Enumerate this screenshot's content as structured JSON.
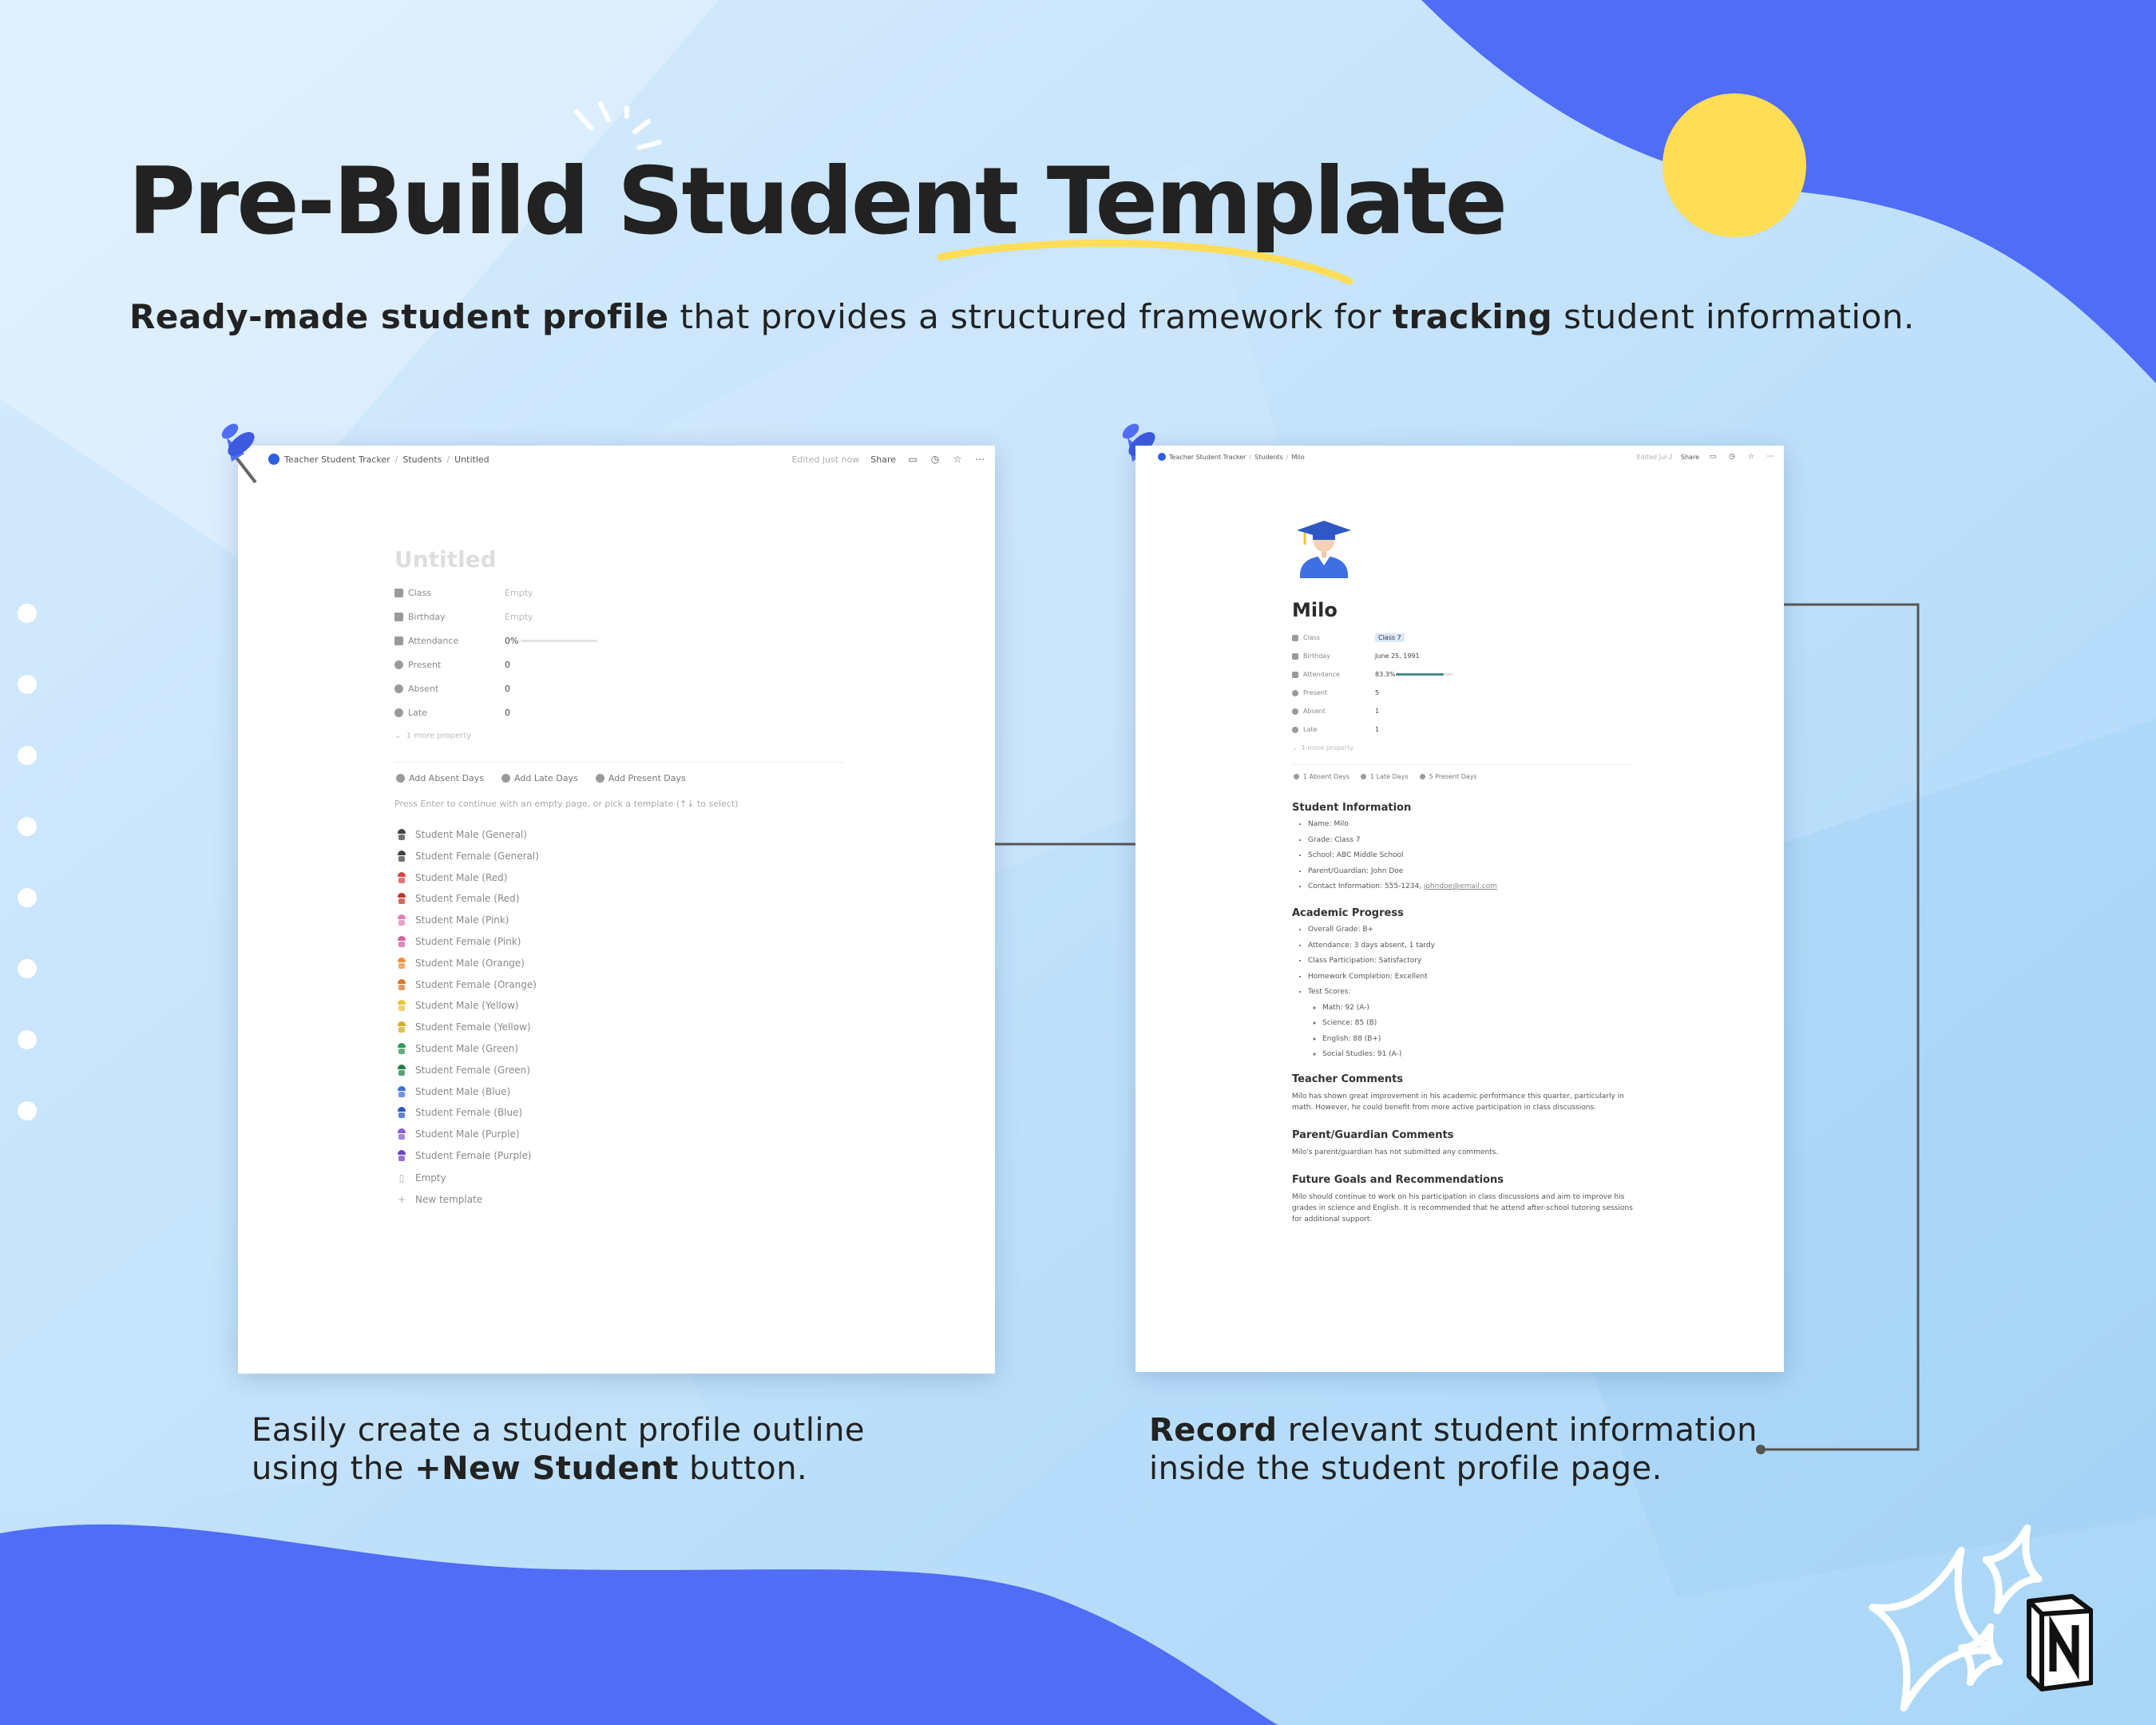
{
  "colors": {
    "accent": "#4f6df5",
    "sun": "#ffdd57",
    "bg_light": "#bfe2fb",
    "dark_text": "#222222"
  },
  "hero": {
    "title": "Pre-Build Student Template",
    "subtitle_bold1": "Ready-made student profile",
    "subtitle_mid": " that provides a structured framework for ",
    "subtitle_bold2": "tracking",
    "subtitle_end": " student information."
  },
  "shot1": {
    "breadcrumb": [
      "Teacher Student Tracker",
      "Students",
      "Untitled"
    ],
    "edited": "Edited just now",
    "share": "Share",
    "page_title": "Untitled",
    "properties": [
      {
        "label": "Class",
        "value": "Empty",
        "icon": "class-icon"
      },
      {
        "label": "Birthday",
        "value": "Empty",
        "icon": "cake-icon"
      },
      {
        "label": "Attendance",
        "value": "0%",
        "icon": "chart-icon"
      },
      {
        "label": "Present",
        "value": "0",
        "icon": "check-icon"
      },
      {
        "label": "Absent",
        "value": "0",
        "icon": "x-icon"
      },
      {
        "label": "Late",
        "value": "0",
        "icon": "alert-icon"
      }
    ],
    "attendance_fill": 0,
    "more_property": "1 more property",
    "buttons": [
      "Add Absent Days",
      "Add Late Days",
      "Add Present Days"
    ],
    "hint": "Press Enter to continue with an empty page, or pick a template (↑↓ to select)",
    "templates": [
      {
        "label": "Student Male (General)",
        "color": "#444444"
      },
      {
        "label": "Student Female (General)",
        "color": "#444444"
      },
      {
        "label": "Student Male (Red)",
        "color": "#d64545"
      },
      {
        "label": "Student Female (Red)",
        "color": "#c0392b"
      },
      {
        "label": "Student Male (Pink)",
        "color": "#e37fb3"
      },
      {
        "label": "Student Female (Pink)",
        "color": "#d8609f"
      },
      {
        "label": "Student Male (Orange)",
        "color": "#e8913a"
      },
      {
        "label": "Student Female (Orange)",
        "color": "#d9782a"
      },
      {
        "label": "Student Male (Yellow)",
        "color": "#e9c43b"
      },
      {
        "label": "Student Female (Yellow)",
        "color": "#d4ad22"
      },
      {
        "label": "Student Male (Green)",
        "color": "#2e9a55"
      },
      {
        "label": "Student Female (Green)",
        "color": "#25804a"
      },
      {
        "label": "Student Male (Blue)",
        "color": "#3f6fe0"
      },
      {
        "label": "Student Female (Blue)",
        "color": "#2e58c4"
      },
      {
        "label": "Student Male (Purple)",
        "color": "#8a5cd6"
      },
      {
        "label": "Student Female (Purple)",
        "color": "#7443c2"
      }
    ],
    "empty": "Empty",
    "new_template": "New template"
  },
  "shot2": {
    "breadcrumb": [
      "Teacher Student Tracker",
      "Students",
      "Milo"
    ],
    "edited": "Edited Jul 2",
    "share": "Share",
    "name": "Milo",
    "properties": [
      {
        "label": "Class",
        "value": "Class 7"
      },
      {
        "label": "Birthday",
        "value": "June 25, 1991"
      },
      {
        "label": "Attendance",
        "value": "83.3%"
      },
      {
        "label": "Present",
        "value": "5"
      },
      {
        "label": "Absent",
        "value": "1"
      },
      {
        "label": "Late",
        "value": "1"
      }
    ],
    "attendance_fill": 0.833,
    "more_property": "1 more property",
    "relations": [
      "1 Absent Days",
      "1 Late Days",
      "5 Present Days"
    ],
    "student_info_heading": "Student Information",
    "student_info": [
      "Name: Milo",
      "Grade: Class 7",
      "School: ABC Middle School",
      "Parent/Guardian: John Doe",
      "Contact Information: 555-1234, "
    ],
    "contact_email": "johndoe@email.com",
    "academic_heading": "Academic Progress",
    "academic": [
      "Overall Grade: B+",
      "Attendance: 3 days absent, 1 tardy",
      "Class Participation: Satisfactory",
      "Homework Completion: Excellent",
      "Test Scores:"
    ],
    "scores": [
      "Math: 92 (A-)",
      "Science: 85 (B)",
      "English: 88 (B+)",
      "Social Studies: 91 (A-)"
    ],
    "teacher_heading": "Teacher Comments",
    "teacher_text": "Milo has shown great improvement in his academic performance this quarter, particularly in math. However, he could benefit from more active participation in class discussions.",
    "parent_heading": "Parent/Guardian Comments",
    "parent_text": "Milo's parent/guardian has not submitted any comments.",
    "goals_heading": "Future Goals and Recommendations",
    "goals_text": "Milo should continue to work on his participation in class discussions and aim to improve his grades in science and English. It is recommended that he attend after-school tutoring sessions for additional support."
  },
  "captions": {
    "left_line1": "Easily create a student profile outline",
    "left_line2_pre": "using the ",
    "left_line2_bold": "+New Student",
    "left_line2_post": " button.",
    "right_bold": "Record",
    "right_line1_rest": " relevant student information",
    "right_line2": "inside the student profile page."
  },
  "icons": [
    "pushpin-icon",
    "sparkle-icon",
    "notion-logo",
    "graduate-avatar-icon"
  ]
}
